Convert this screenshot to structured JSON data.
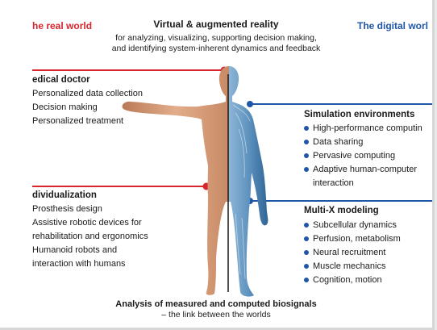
{
  "header": {
    "left_label": "he real world",
    "right_label": "The digital worl",
    "title": "Virtual & augmented reality",
    "subtitle_line1": "for analyzing, visualizing, supporting decision making,",
    "subtitle_line2": "and identifying system-inherent dynamics and feedback"
  },
  "left_sections": [
    {
      "title": "edical doctor",
      "items": [
        "Personalized data collection",
        "Decision making",
        "Personalized treatment"
      ]
    },
    {
      "title": "dividualization",
      "items": [
        "Prosthesis design",
        "Assistive robotic devices for",
        "rehabilitation and ergonomics",
        "Humanoid robots and",
        "interaction with humans"
      ]
    }
  ],
  "right_sections": [
    {
      "title": "Simulation environments",
      "items": [
        "High-performance computin",
        "Data sharing",
        "Pervasive computing",
        "Adaptive human-computer interaction"
      ]
    },
    {
      "title": "Multi-X modeling",
      "items": [
        "Subcellular dynamics",
        "Perfusion, metabolism",
        "Neural recruitment",
        "Muscle mechanics",
        "Cognition, motion"
      ]
    }
  ],
  "footer": {
    "line1": "Analysis of measured and computed biosignals",
    "line2": "– the link between the worlds"
  },
  "colors": {
    "real_world": "#d8262e",
    "digital_world": "#1f56a8",
    "skin": "#d9a27f",
    "digital_body": "#5f93bf"
  }
}
